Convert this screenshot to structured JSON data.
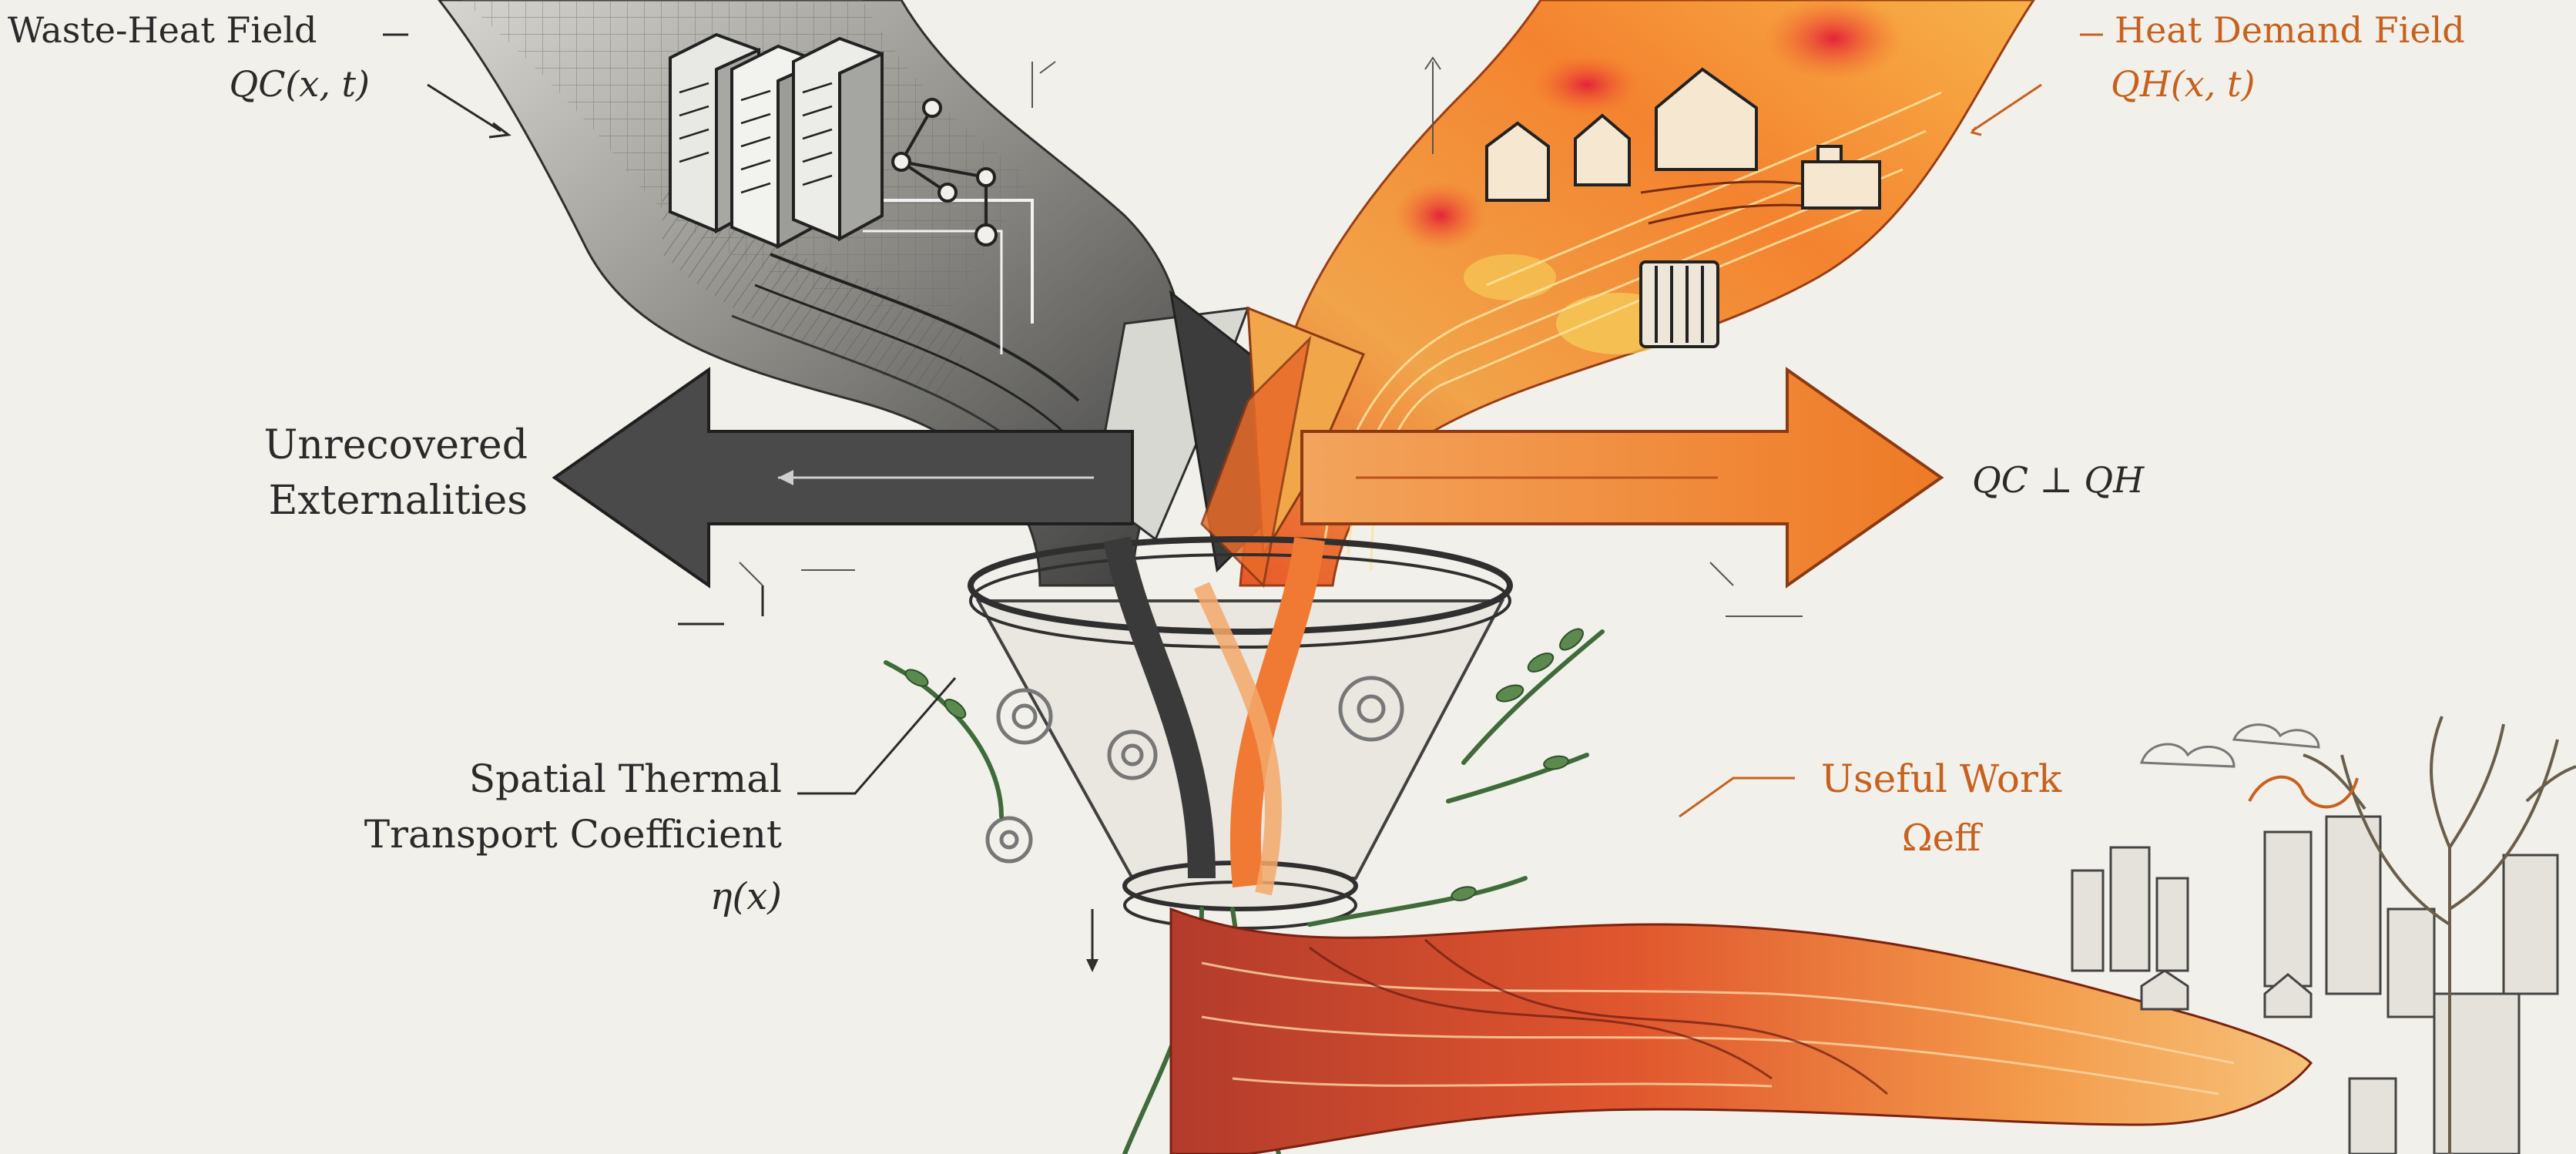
{
  "labels": {
    "waste_heat_title": "Waste-Heat Field",
    "waste_heat_math": "QC(x, t)",
    "heat_demand_title": "Heat Demand Field",
    "heat_demand_math": "QH(x, t)",
    "unrecovered_line1": "Unrecovered",
    "unrecovered_line2": "Externalities",
    "orthogonal_math": "QC ⊥ QH",
    "spatial_line1": "Spatial Thermal",
    "spatial_line2": "Transport Coefficient",
    "spatial_math": "η(x)",
    "useful_line1": "Useful Work",
    "useful_math": "Ωeff"
  },
  "colors": {
    "background": "#f1f0ea",
    "ink": "#2a2a2a",
    "accent_orange": "#c8611e",
    "arrow_gray": "#4a4a4a",
    "arrow_orange": "#f08a3a",
    "vine_green": "#3f6b3a",
    "hot_red": "#e0362a",
    "warm_yellow": "#f6d25a"
  },
  "icons": [
    "server-rack-icon",
    "house-icon",
    "radiator-icon",
    "gear-icon",
    "tree-icon",
    "city-skyline-icon",
    "funnel-icon"
  ]
}
